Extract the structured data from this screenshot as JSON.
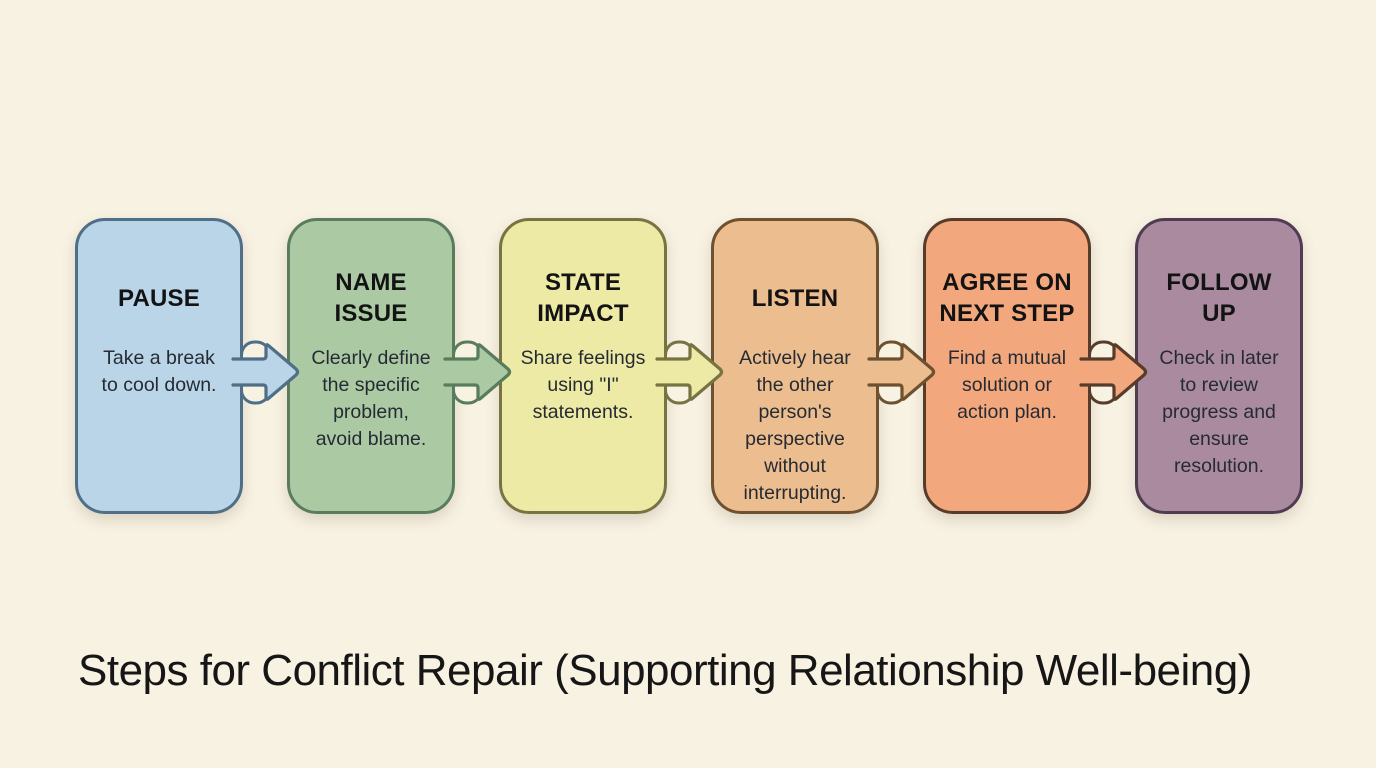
{
  "canvas": {
    "background_color": "#f8f2e3"
  },
  "diagram": {
    "title": "Steps for Conflict Repair (Supporting Relationship Well-being)",
    "title_color": "#161616",
    "step_title_color": "#131313",
    "step_desc_color": "#262b33"
  },
  "steps": [
    {
      "title": "PAUSE",
      "description": "Take a break\nto cool down.",
      "fill_color": "#bad5e8",
      "border_color": "#4e6f87"
    },
    {
      "title": "NAME\nISSUE",
      "description": "Clearly define\nthe specific\nproblem,\navoid blame.",
      "fill_color": "#abcaa4",
      "border_color": "#587c5c"
    },
    {
      "title": "STATE\nIMPACT",
      "description": "Share feelings\nusing \"I\"\nstatements.",
      "fill_color": "#edeaa5",
      "border_color": "#787343"
    },
    {
      "title": "LISTEN",
      "description": "Actively hear\nthe other\nperson's\nperspective\nwithout\ninterrupting.",
      "fill_color": "#ecbd8e",
      "border_color": "#6d5130"
    },
    {
      "title": "AGREE ON\nNEXT STEP",
      "description": "Find a mutual\nsolution or\naction plan.",
      "fill_color": "#f3a77d",
      "border_color": "#573c2b"
    },
    {
      "title": "FOLLOW\nUP",
      "description": "Check in later\nto review\nprogress and\nensure\nresolution.",
      "fill_color": "#a98a9e",
      "border_color": "#503c52"
    }
  ]
}
